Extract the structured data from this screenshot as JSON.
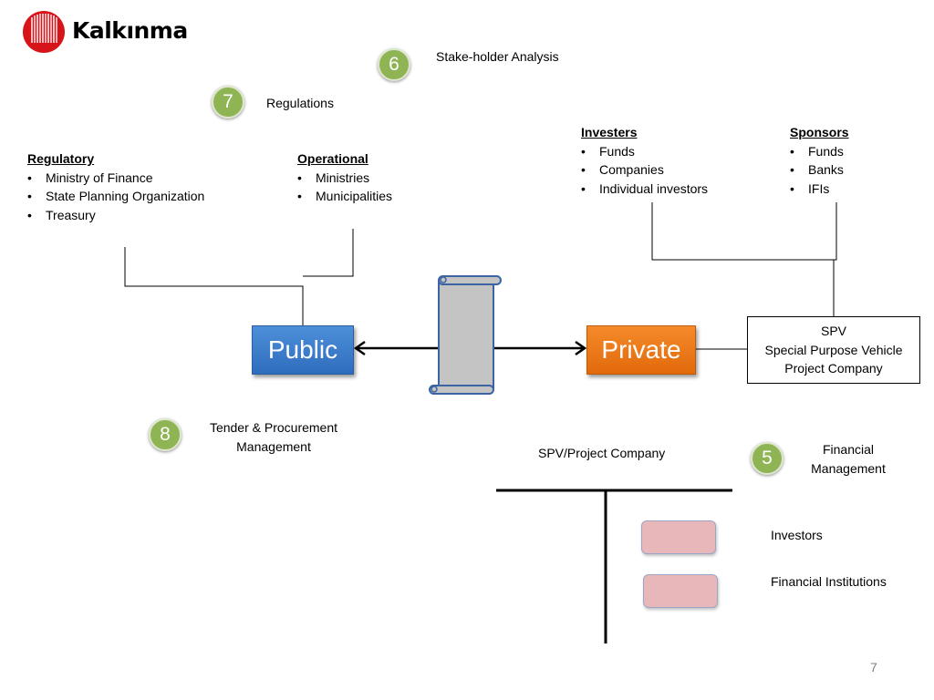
{
  "logo": {
    "name": "Kalkınma",
    "icon": "kalkinma-logo-icon",
    "color": "#d7141a"
  },
  "steps": {
    "s6": {
      "number": "6",
      "label": "Stake-holder Analysis"
    },
    "s7": {
      "number": "7",
      "label": "Regulations"
    },
    "s8": {
      "number": "8",
      "label": "Tender & Procurement Management"
    },
    "s5": {
      "number": "5",
      "label": "Financial Management"
    }
  },
  "regulatory": {
    "heading": "Regulatory",
    "items": [
      "Ministry of Finance",
      "State Planning Organization",
      "Treasury"
    ]
  },
  "operational": {
    "heading": "Operational",
    "items": [
      "Ministries",
      "Municipalities"
    ]
  },
  "investers": {
    "heading": "Investers",
    "items": [
      "Funds",
      "Companies",
      "Individual investors"
    ]
  },
  "sponsors": {
    "heading": "Sponsors",
    "items": [
      "Funds",
      "Banks",
      "IFIs"
    ]
  },
  "public": {
    "label": "Public",
    "color": "#3a7dcc"
  },
  "private": {
    "label": "Private",
    "color": "#ec7a1c"
  },
  "spv": {
    "line1": "SPV",
    "line2": "Special Purpose Vehicle",
    "line3": "Project Company"
  },
  "tchart": {
    "title": "SPV/Project Company",
    "investors": "Investors",
    "financial_institutions": "Financial Institutions"
  },
  "page_number": "7",
  "badge_color": "#8fb454"
}
